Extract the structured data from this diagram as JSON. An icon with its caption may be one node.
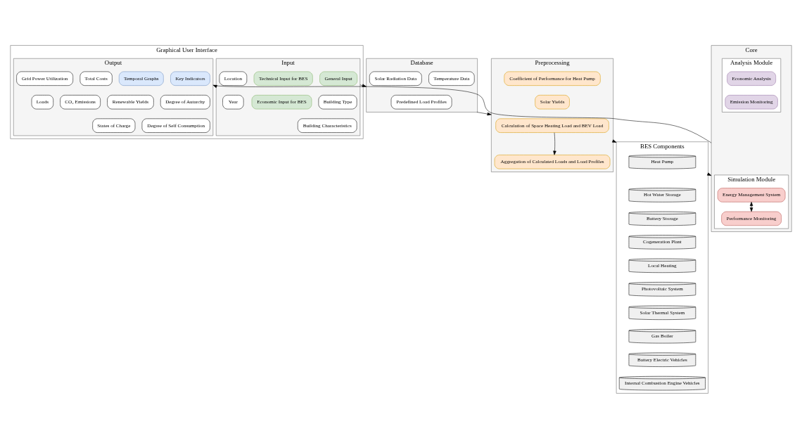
{
  "diagram": {
    "nodes": [
      {
        "text": [
          "Graphical User Interface"
        ]
      },
      {
        "text": [
          "Input"
        ],
        "in": 0
      },
      {
        "text": [
          "General Input"
        ],
        "in": 1
      },
      {
        "text": [
          "Technical Input for BES"
        ],
        "in": 1
      },
      {
        "text": [
          "Building Type"
        ],
        "in": 1
      },
      {
        "text": [
          "Location"
        ],
        "in": 1
      },
      {
        "text": [
          "Economic Input for BES"
        ],
        "in": 1
      },
      {
        "text": [
          "Building Characteristics"
        ],
        "in": 1
      },
      {
        "text": [
          "Year"
        ],
        "in": 1
      },
      {
        "text": [
          "Output"
        ],
        "in": 0
      },
      {
        "text": [
          "Key Indicators"
        ],
        "in": 9
      },
      {
        "text": [
          "Temporal Graphs"
        ],
        "in": 9
      },
      {
        "text": [
          "Degree of Autarchy"
        ],
        "in": 9
      },
      {
        "text": [
          "Total Costs"
        ],
        "in": 9
      },
      {
        "text": [
          "Renewable Yields"
        ],
        "in": 9
      },
      {
        "text": [
          "Grid Power Utilization"
        ],
        "in": 9
      },
      {
        "text": [
          "Degree of Self Consumption"
        ],
        "in": 9
      },
      {
        "text": [
          "CO₂ Emissions"
        ],
        "in": 9
      },
      {
        "text": [
          "States of Charge"
        ],
        "in": 9
      },
      {
        "text": [
          "Loads"
        ],
        "in": 9
      },
      {
        "text": [
          "Database"
        ]
      },
      {
        "text": [
          "Predefined Load Profiles"
        ],
        "in": 20
      },
      {
        "text": [
          "Temperature Data"
        ],
        "in": 20
      },
      {
        "text": [
          "Solar Radiation Data"
        ],
        "in": 20
      },
      {
        "text": [
          "Preprocessing"
        ]
      },
      {
        "text": [
          "Calculation of Space Heating Load and BEV Load"
        ],
        "in": 24
      },
      {
        "text": [
          "Coefficient of Performance for Heat Pump"
        ],
        "in": 24
      },
      {
        "text": [
          "Aggregation of Calculated Loads and Load Profiles"
        ],
        "in": 24
      },
      {
        "text": [
          "Solar Yields"
        ],
        "in": 24
      },
      {
        "text": [
          "BES Components"
        ]
      },
      {
        "text": [
          "Heat Pump"
        ],
        "in": 29
      },
      {
        "text": [
          "Hot Water Storage"
        ],
        "in": 29
      },
      {
        "text": [
          "Battery Storage"
        ],
        "in": 29
      },
      {
        "text": [
          "Cogeneration Plant"
        ],
        "in": 29
      },
      {
        "text": [
          "Local Heating"
        ],
        "in": 29
      },
      {
        "text": [
          "Photovoltaic System"
        ],
        "in": 29
      },
      {
        "text": [
          "Solar Thermal System"
        ],
        "in": 29
      },
      {
        "text": [
          "Gas Boiler"
        ],
        "in": 29
      },
      {
        "text": [
          "Battery Electric Vehicles"
        ],
        "in": 29
      },
      {
        "text": [
          "Internal Combustion Engine Vehicles"
        ],
        "in": 29
      },
      {
        "text": [
          "Core"
        ]
      },
      {
        "text": [
          "Simulation Module"
        ],
        "in": 40
      },
      {
        "text": [
          "Energy Management System"
        ],
        "in": 41
      },
      {
        "text": [
          "Performance Monitoring"
        ],
        "in": 41
      },
      {
        "text": [
          "Analysis Module"
        ],
        "in": 40
      },
      {
        "text": [
          "Economic Analysis"
        ],
        "in": 44
      },
      {
        "text": [
          "Emission Monitoring"
        ],
        "in": 44
      }
    ],
    "edges": [
      {
        "from": 1,
        "to": 20,
        "arrow": "to"
      },
      {
        "from": 20,
        "to": 24,
        "arrow": "to"
      },
      {
        "from": 24,
        "to": 29,
        "arrow": "to"
      },
      {
        "from": 29,
        "to": 40,
        "arrow": "to"
      },
      {
        "from": 40,
        "to": 9,
        "arrow": "to"
      },
      {
        "from": 25,
        "to": 27,
        "arrow": "to"
      },
      {
        "from": 42,
        "to": 43,
        "arrow": "both"
      }
    ]
  }
}
